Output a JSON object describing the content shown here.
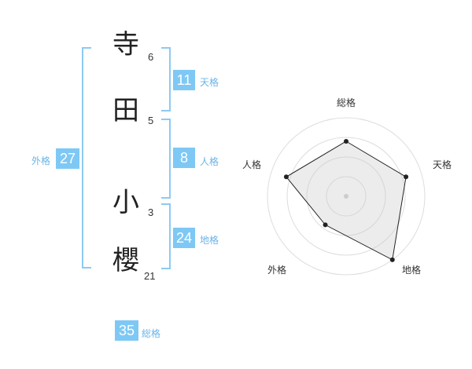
{
  "name": {
    "chars": [
      {
        "char": "寺",
        "strokes": "6"
      },
      {
        "char": "田",
        "strokes": "5"
      },
      {
        "char": "小",
        "strokes": "3"
      },
      {
        "char": "櫻",
        "strokes": "21"
      }
    ]
  },
  "kaku": {
    "tenkaku": {
      "value": "11",
      "label": "天格"
    },
    "jinkaku": {
      "value": "8",
      "label": "人格"
    },
    "chikaku": {
      "value": "24",
      "label": "地格"
    },
    "gaikaku": {
      "value": "27",
      "label": "外格"
    },
    "soukaku": {
      "value": "35",
      "label": "総格"
    }
  },
  "chart_data": {
    "type": "radar",
    "axes": [
      "総格",
      "天格",
      "地格",
      "外格",
      "人格"
    ],
    "values": [
      0.7,
      0.8,
      1.0,
      0.45,
      0.8
    ],
    "max": 1.0,
    "rings": 4,
    "grid": true
  }
}
